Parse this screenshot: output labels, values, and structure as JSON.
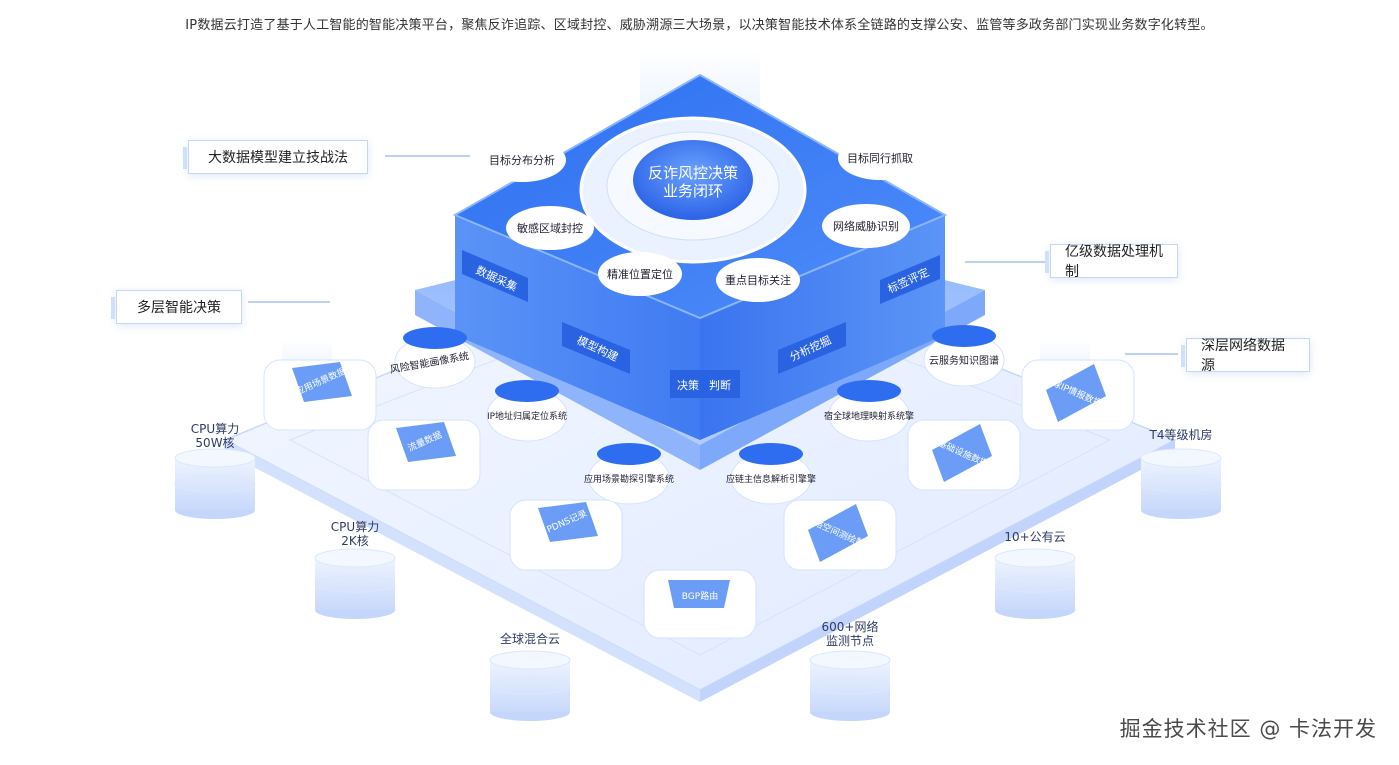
{
  "intro": "IP数据云打造了基于人工智能的智能决策平台，聚焦反诈追踪、区域封控、威胁溯源三大场景，以决策智能技术体系全链路的支撑公安、监管等多政务部门实现业务数字化转型。",
  "core": {
    "line1": "反诈风控决策",
    "line2": "业务闭环"
  },
  "top_nodes": [
    "目标分布分析",
    "目标同行抓取",
    "敏感区域封控",
    "网络威胁识别",
    "精准位置定位",
    "重点目标关注"
  ],
  "flow_labels": [
    "数据采集",
    "模型构建",
    "决策",
    "判断",
    "分析挖掘",
    "标签评定"
  ],
  "systems": [
    "风险智能画像系统",
    "云服务知识图谱",
    "IP地址归属定位系统",
    "宿全球地理映射系统擎",
    "应用场景勘探引擎系统",
    "应链主信息解析引擎擎"
  ],
  "plate_boxes": [
    "应用场景数据",
    "流量数据",
    "全球IP情报数据库",
    "基础设施数据",
    "PDNS记录",
    "网络空间测绘数据",
    "BGP路由"
  ],
  "resources": [
    {
      "line1": "CPU算力",
      "line2": "50W核"
    },
    {
      "line1": "CPU算力",
      "line2": "2K核"
    },
    {
      "line1": "全球混合云",
      "line2": ""
    },
    {
      "line1": "T4等级机房",
      "line2": ""
    },
    {
      "line1": "10+公有云",
      "line2": ""
    },
    {
      "line1": "600+网络",
      "line2": "监测节点"
    }
  ],
  "callouts": [
    "大数据模型建立技战法",
    "多层智能决策",
    "亿级数据处理机制",
    "深层网络数据源"
  ],
  "watermark": "掘金技术社区 @ 卡法开发"
}
